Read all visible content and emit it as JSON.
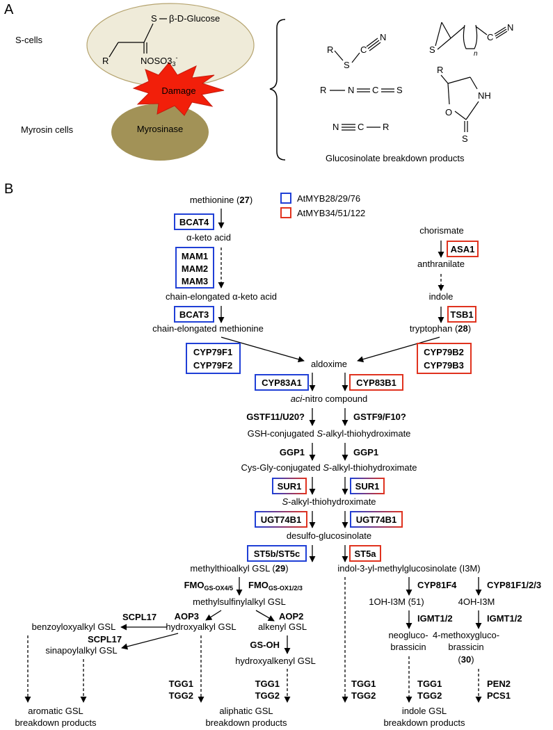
{
  "panelA": {
    "label": "A",
    "s_cells": "S-cells",
    "myrosin_cells": "Myrosin cells",
    "myrosinase": "Myrosinase",
    "damage": "Damage",
    "glc": "β-D-Glucose",
    "nosulf": "NOSO3",
    "nosulf_sub": "3",
    "nosulf_sup": "-",
    "products_caption": "Glucosinolate breakdown products",
    "atoms": {
      "S": "S",
      "R": "R",
      "C": "C",
      "N": "N",
      "NH": "NH",
      "O": "O",
      "n": "n"
    }
  },
  "panelB": {
    "label": "B",
    "legend": [
      "AtMYB28/29/76",
      "AtMYB34/51/122"
    ],
    "colors": {
      "blue": "#1f3fd6",
      "red": "#e0321e"
    },
    "aliph": {
      "methionine_pre": "methionine (",
      "methionine_num": "27",
      "methionine_post": ")",
      "ketoacid": "α-keto acid",
      "chain_keto": "chain-elongated α-keto acid",
      "chain_met": "chain-elongated methionine"
    },
    "indole_path": {
      "chorismate": "chorismate",
      "anthranilate": "anthranilate",
      "indole": "indole",
      "trp_pre": "tryptophan (",
      "trp_num": "28",
      "trp_post": ")"
    },
    "core": {
      "aldoxime": "aldoxime",
      "aci": "aci",
      "aci_rest": "-nitro compound",
      "gsh_pre": "GSH-conjugated ",
      "gsh_it": "S",
      "gsh_post": "-alkyl-thiohydroximate",
      "cys_pre": "Cys-Gly-conjugated ",
      "cys_it": "S",
      "cys_post": "-alkyl-thiohydroximate",
      "salk_it": "S",
      "salk_post": "-alkyl-thiohydroximate",
      "desulfo": "desulfo-glucosinolate"
    },
    "enzymes": {
      "bcat4": "BCAT4",
      "mam1": "MAM1",
      "mam2": "MAM2",
      "mam3": "MAM3",
      "bcat3": "BCAT3",
      "cyp79f1": "CYP79F1",
      "cyp79f2": "CYP79F2",
      "asa1": "ASA1",
      "tsb1": "TSB1",
      "cyp79b2": "CYP79B2",
      "cyp79b3": "CYP79B3",
      "cyp83a1": "CYP83A1",
      "cyp83b1": "CYP83B1",
      "gstf11": "GSTF11/U20?",
      "gstf9": "GSTF9/F10?",
      "ggp1": "GGP1",
      "sur1": "SUR1",
      "ugt": "UGT74B1",
      "st5bc": "ST5b/ST5c",
      "st5a": "ST5a",
      "fmo": "FMO",
      "fmo_sub1": "GS-OX4/5",
      "fmo_sub2": "GS-OX1/2/3",
      "aop3": "AOP3",
      "aop2": "AOP2",
      "scpl17": "SCPL17",
      "gsoh": "GS-OH",
      "cyp81f4": "CYP81F4",
      "cyp81f123": "CYP81F1/2/3",
      "igmt": "IGMT1/2",
      "tgg1": "TGG1",
      "tgg2": "TGG2",
      "pen2": "PEN2",
      "pcs1": "PCS1"
    },
    "lower": {
      "mtgsl_pre": "methylthioalkyl GSL (",
      "mtgsl_num": "29",
      "mtgsl_post": ")",
      "i3m": "indol-3-yl-methylglucosinolate (I3M)",
      "msgsl": "methylsulfinylalkyl GSL",
      "hydroxyalkyl": "hydroxyalkyl GSL",
      "alkenyl": "alkenyl GSL",
      "benzoyl": "benzoyloxyalkyl GSL",
      "sinapoyl": "sinapoylalkyl GSL",
      "hydroxyalkenyl": "hydroxyalkenyl GSL",
      "oh1": "1OH-I3M (51)",
      "oh4": "4OH-I3M",
      "neo1": "neogluco-",
      "neo2": "brassicin",
      "meth1": "4-methoxygluco-",
      "meth2": "brassicin",
      "num30_pre": "(",
      "num30": "30",
      "num30_post": ")",
      "arom1": "aromatic GSL",
      "arom2": "breakdown products",
      "aliph1": "aliphatic GSL",
      "aliph2": "breakdown products",
      "ind1": "indole GSL",
      "ind2": "breakdown products"
    }
  }
}
